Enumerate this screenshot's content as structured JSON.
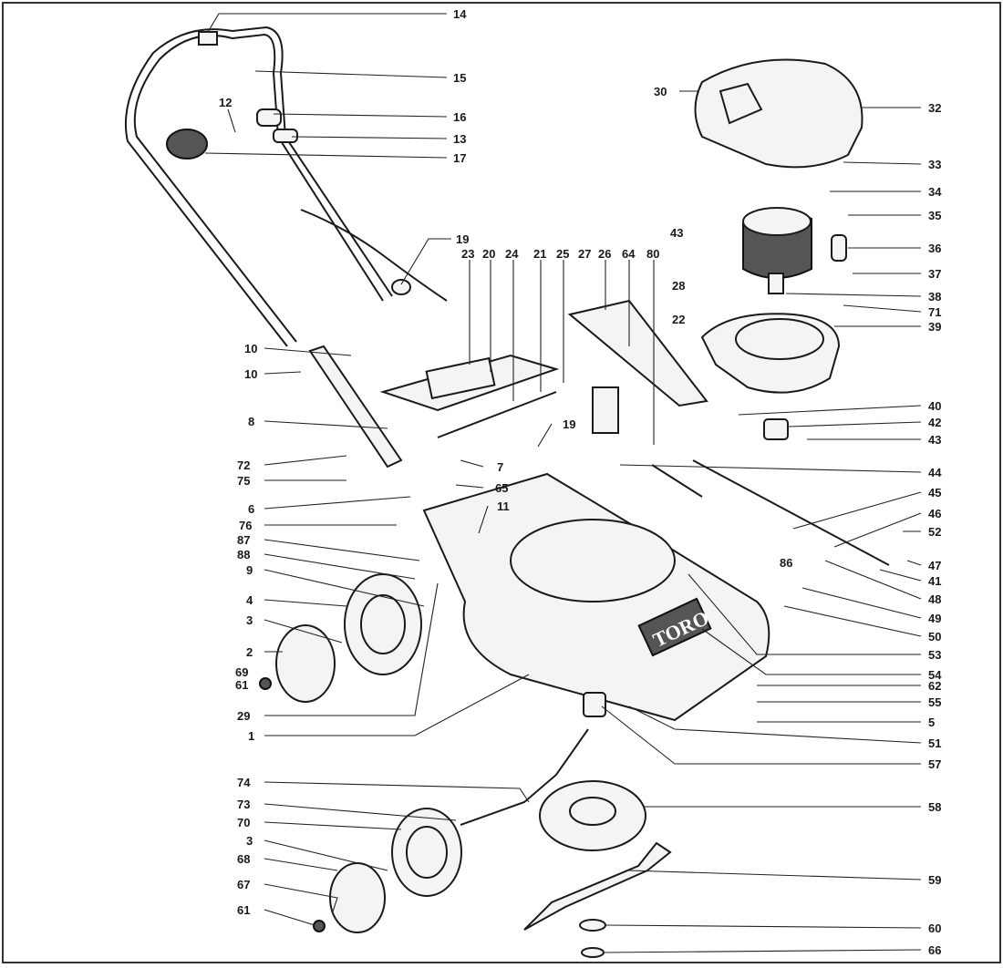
{
  "diagram": {
    "logo": "TORO",
    "callouts": [
      {
        "id": "c14",
        "label": "14"
      },
      {
        "id": "c15",
        "label": "15"
      },
      {
        "id": "c16",
        "label": "16"
      },
      {
        "id": "c13",
        "label": "13"
      },
      {
        "id": "c17",
        "label": "17"
      },
      {
        "id": "c12",
        "label": "12"
      },
      {
        "id": "c19a",
        "label": "19"
      },
      {
        "id": "c23",
        "label": "23"
      },
      {
        "id": "c20",
        "label": "20"
      },
      {
        "id": "c24",
        "label": "24"
      },
      {
        "id": "c21",
        "label": "21"
      },
      {
        "id": "c25",
        "label": "25"
      },
      {
        "id": "c27",
        "label": "27"
      },
      {
        "id": "c26",
        "label": "26"
      },
      {
        "id": "c64",
        "label": "64"
      },
      {
        "id": "c80",
        "label": "80"
      },
      {
        "id": "c10a",
        "label": "10"
      },
      {
        "id": "c10b",
        "label": "10"
      },
      {
        "id": "c8",
        "label": "8"
      },
      {
        "id": "c72",
        "label": "72"
      },
      {
        "id": "c75",
        "label": "75"
      },
      {
        "id": "c6",
        "label": "6"
      },
      {
        "id": "c76",
        "label": "76"
      },
      {
        "id": "c87",
        "label": "87"
      },
      {
        "id": "c88",
        "label": "88"
      },
      {
        "id": "c9",
        "label": "9"
      },
      {
        "id": "c4",
        "label": "4"
      },
      {
        "id": "c3a",
        "label": "3"
      },
      {
        "id": "c2",
        "label": "2"
      },
      {
        "id": "c69",
        "label": "69"
      },
      {
        "id": "c61a",
        "label": "61"
      },
      {
        "id": "c29",
        "label": "29"
      },
      {
        "id": "c1",
        "label": "1"
      },
      {
        "id": "c7",
        "label": "7"
      },
      {
        "id": "c65",
        "label": "65"
      },
      {
        "id": "c11",
        "label": "11"
      },
      {
        "id": "c19b",
        "label": "19"
      },
      {
        "id": "c30",
        "label": "30"
      },
      {
        "id": "c32",
        "label": "32"
      },
      {
        "id": "c33",
        "label": "33"
      },
      {
        "id": "c34",
        "label": "34"
      },
      {
        "id": "c35",
        "label": "35"
      },
      {
        "id": "c43a",
        "label": "43"
      },
      {
        "id": "c36",
        "label": "36"
      },
      {
        "id": "c37",
        "label": "37"
      },
      {
        "id": "c28",
        "label": "28"
      },
      {
        "id": "c38",
        "label": "38"
      },
      {
        "id": "c71",
        "label": "71"
      },
      {
        "id": "c22",
        "label": "22"
      },
      {
        "id": "c39",
        "label": "39"
      },
      {
        "id": "c40",
        "label": "40"
      },
      {
        "id": "c42",
        "label": "42"
      },
      {
        "id": "c43b",
        "label": "43"
      },
      {
        "id": "c44",
        "label": "44"
      },
      {
        "id": "c45",
        "label": "45"
      },
      {
        "id": "c46",
        "label": "46"
      },
      {
        "id": "c52",
        "label": "52"
      },
      {
        "id": "c47",
        "label": "47"
      },
      {
        "id": "c41",
        "label": "41"
      },
      {
        "id": "c86",
        "label": "86"
      },
      {
        "id": "c48",
        "label": "48"
      },
      {
        "id": "c49",
        "label": "49"
      },
      {
        "id": "c50",
        "label": "50"
      },
      {
        "id": "c53",
        "label": "53"
      },
      {
        "id": "c54",
        "label": "54"
      },
      {
        "id": "c62",
        "label": "62"
      },
      {
        "id": "c55",
        "label": "55"
      },
      {
        "id": "c5",
        "label": "5"
      },
      {
        "id": "c51",
        "label": "51"
      },
      {
        "id": "c57",
        "label": "57"
      },
      {
        "id": "c58",
        "label": "58"
      },
      {
        "id": "c74",
        "label": "74"
      },
      {
        "id": "c73",
        "label": "73"
      },
      {
        "id": "c70",
        "label": "70"
      },
      {
        "id": "c3b",
        "label": "3"
      },
      {
        "id": "c68",
        "label": "68"
      },
      {
        "id": "c67",
        "label": "67"
      },
      {
        "id": "c61b",
        "label": "61"
      },
      {
        "id": "c59",
        "label": "59"
      },
      {
        "id": "c60",
        "label": "60"
      },
      {
        "id": "c66",
        "label": "66"
      }
    ]
  }
}
